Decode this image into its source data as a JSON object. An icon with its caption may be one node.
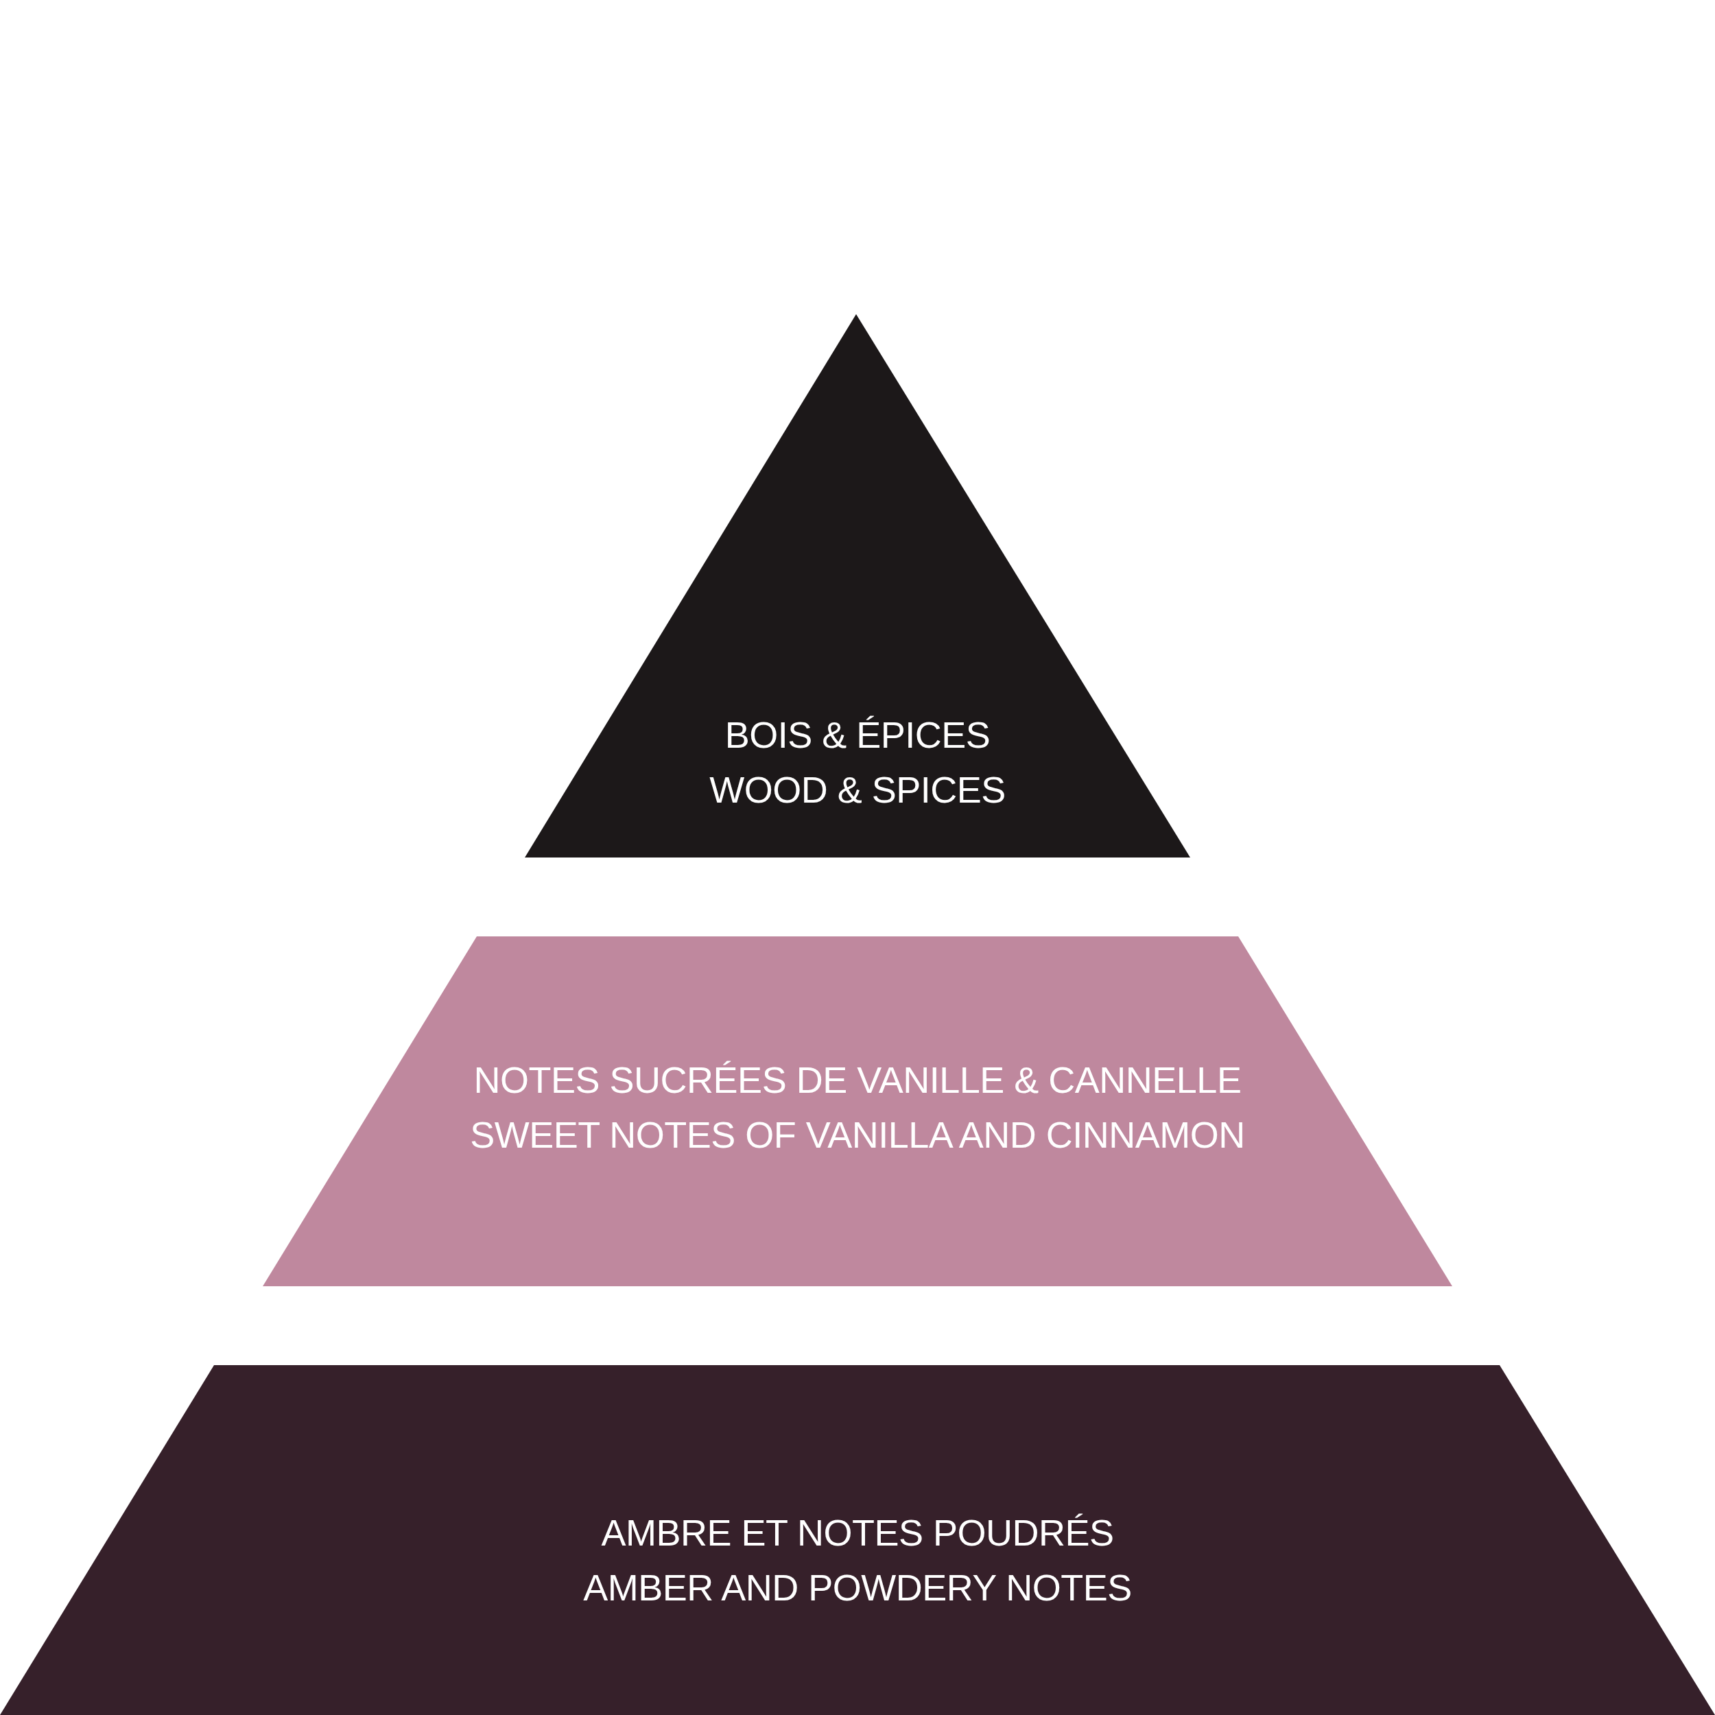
{
  "diagram": {
    "nodes": [
      {
        "text": [
          "BOIS & ÉPICES",
          "WOOD & SPICES"
        ]
      },
      {
        "text": [
          "NOTES SUCRÉES DE VANILLE & CANNELLE",
          "SWEET NOTES OF VANILLA AND CINNAMON"
        ]
      },
      {
        "text": [
          "AMBRE ET NOTES POUDRÉS",
          "AMBER AND POWDERY NOTES"
        ]
      }
    ]
  }
}
